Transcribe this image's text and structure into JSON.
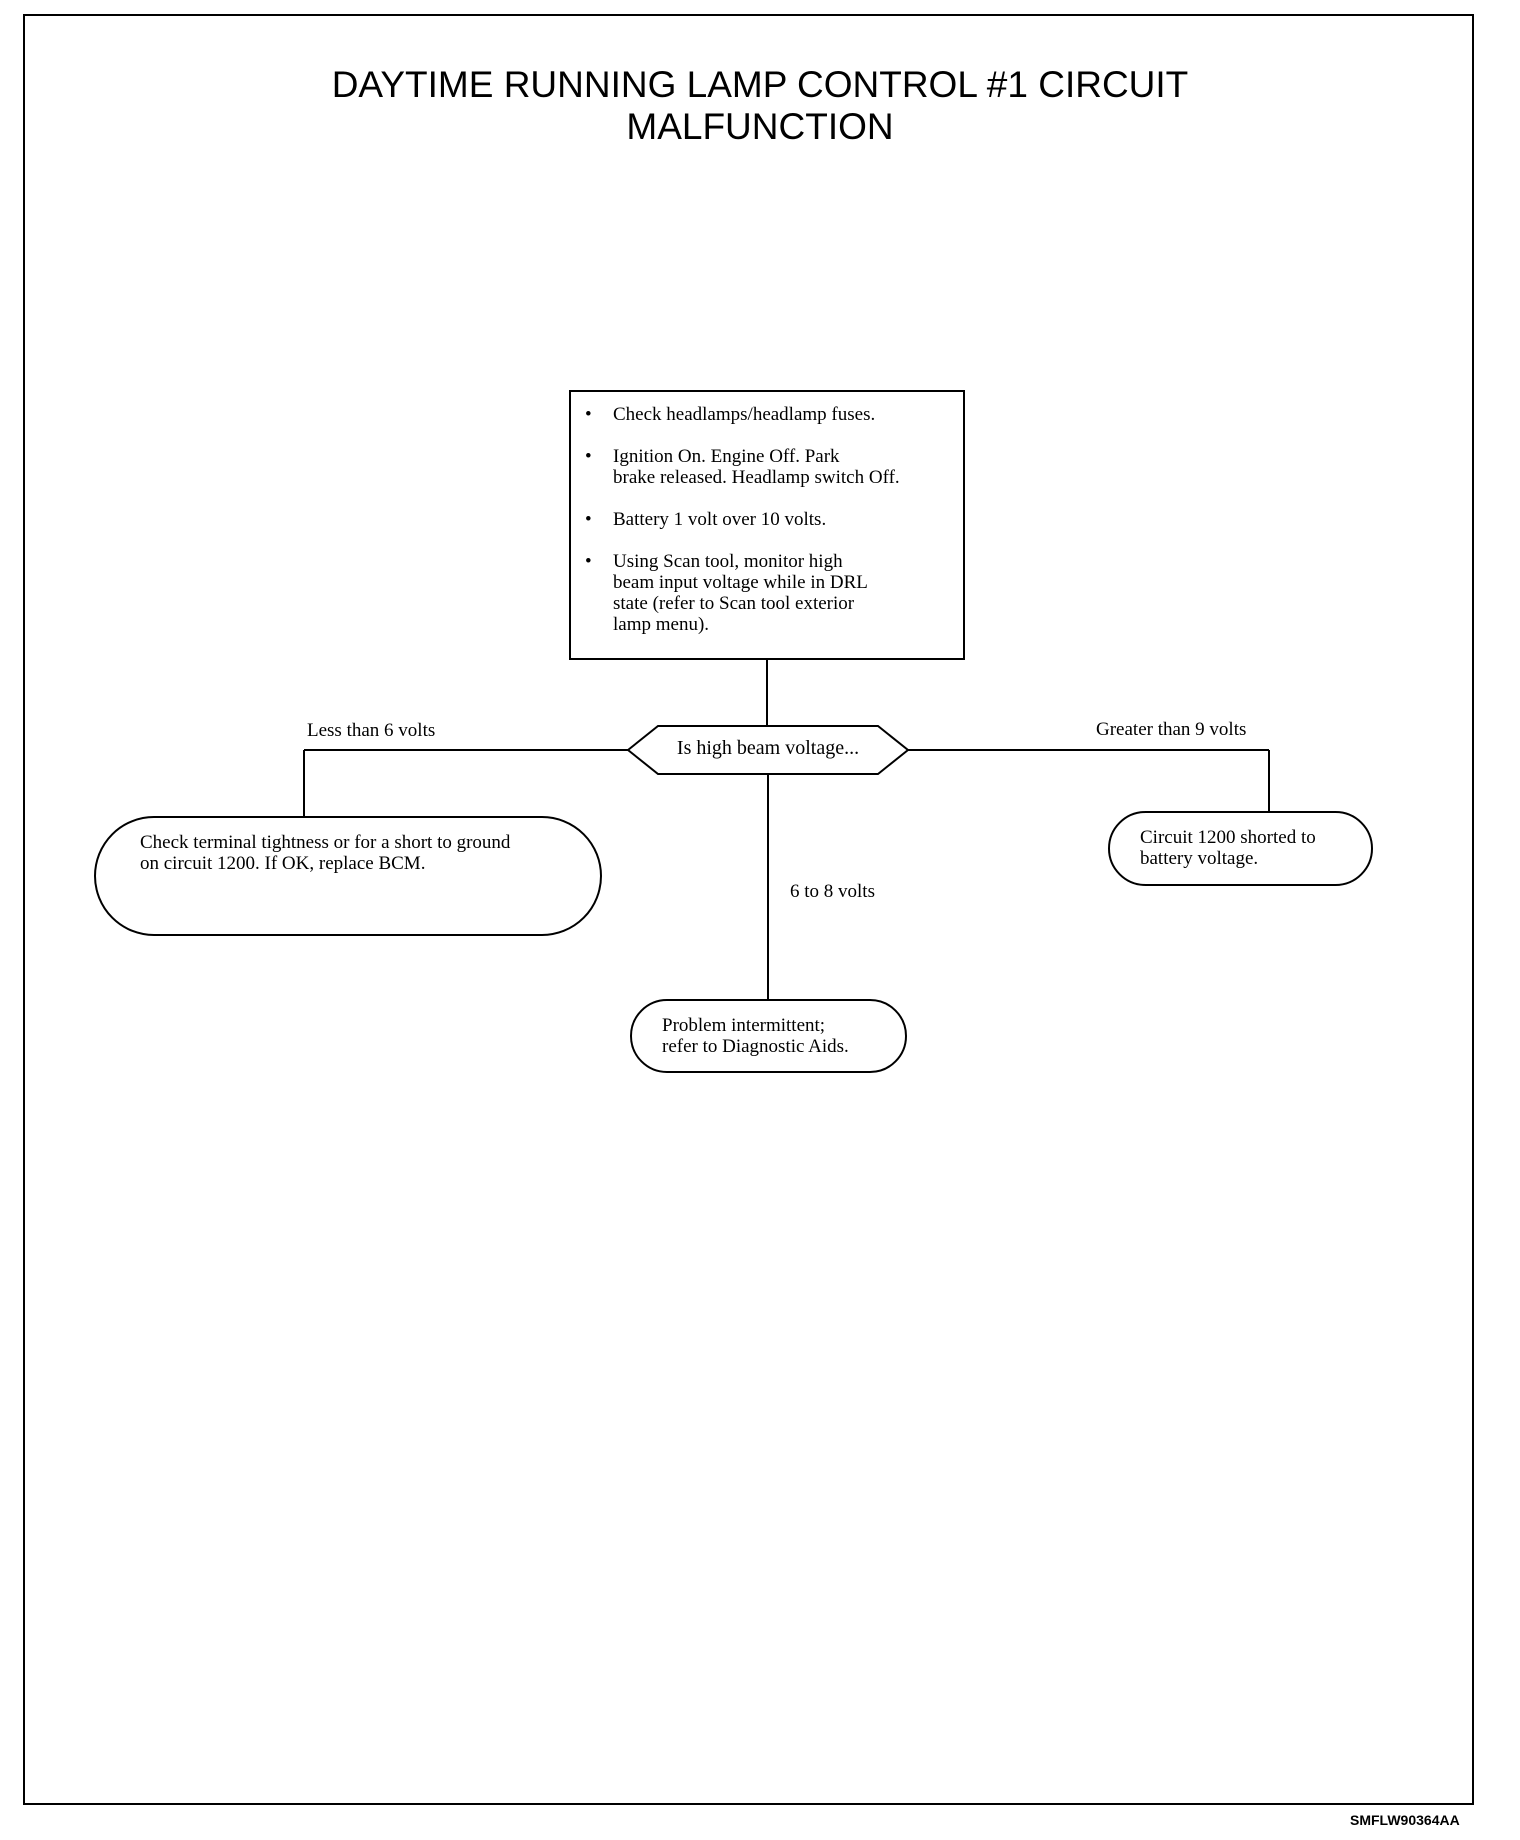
{
  "title": {
    "line1": "DAYTIME RUNNING LAMP CONTROL #1 CIRCUIT",
    "line2": "MALFUNCTION"
  },
  "start_box": {
    "bullet": "•",
    "steps": [
      [
        "Check headlamps/headlamp fuses."
      ],
      [
        "Ignition On.  Engine Off.  Park",
        "brake released.  Headlamp switch Off."
      ],
      [
        "Battery 1 volt over 10 volts."
      ],
      [
        "Using Scan tool, monitor high",
        "beam input voltage while in DRL",
        "state (refer to Scan tool exterior",
        "lamp menu)."
      ]
    ]
  },
  "decision": {
    "text": "Is high beam voltage..."
  },
  "branches": {
    "left_label": "Less than 6 volts",
    "right_label": "Greater than 9 volts",
    "middle_label": "6 to 8 volts"
  },
  "outcomes": {
    "left": [
      "Check terminal tightness or for a short to ground",
      "on circuit 1200.  If OK, replace BCM."
    ],
    "right": [
      "Circuit 1200 shorted to",
      "battery voltage."
    ],
    "middle": [
      "Problem intermittent;",
      "refer to Diagnostic Aids."
    ]
  },
  "footer_code": "SMFLW90364AA"
}
